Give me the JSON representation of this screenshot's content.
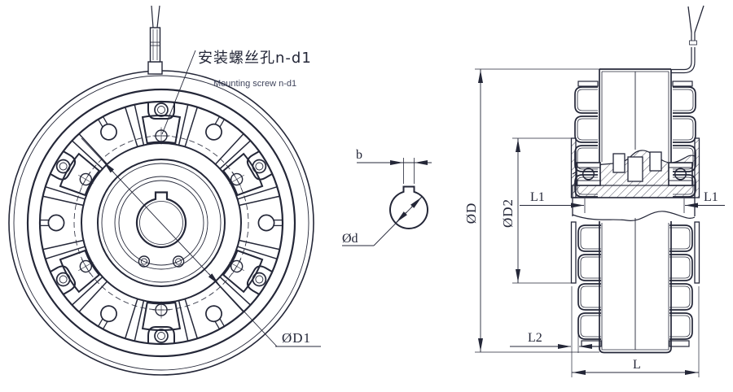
{
  "title": "magnetic-particle-brake-technical-drawing",
  "labels": {
    "mounting_screw_cn": "安装螺丝孔n-d1",
    "mounting_screw_en": "Mounting screw n-d1",
    "dim_d1": "ØD1",
    "dim_b": "b",
    "dim_d": "Ød",
    "dim_D": "ØD",
    "dim_D2": "ØD2",
    "dim_L1_left": "L1",
    "dim_L1_right": "L1",
    "dim_L2": "L2",
    "dim_L": "L"
  },
  "colors": {
    "line": "#242738",
    "secondary_text": "#3f445c",
    "background": "#ffffff"
  }
}
